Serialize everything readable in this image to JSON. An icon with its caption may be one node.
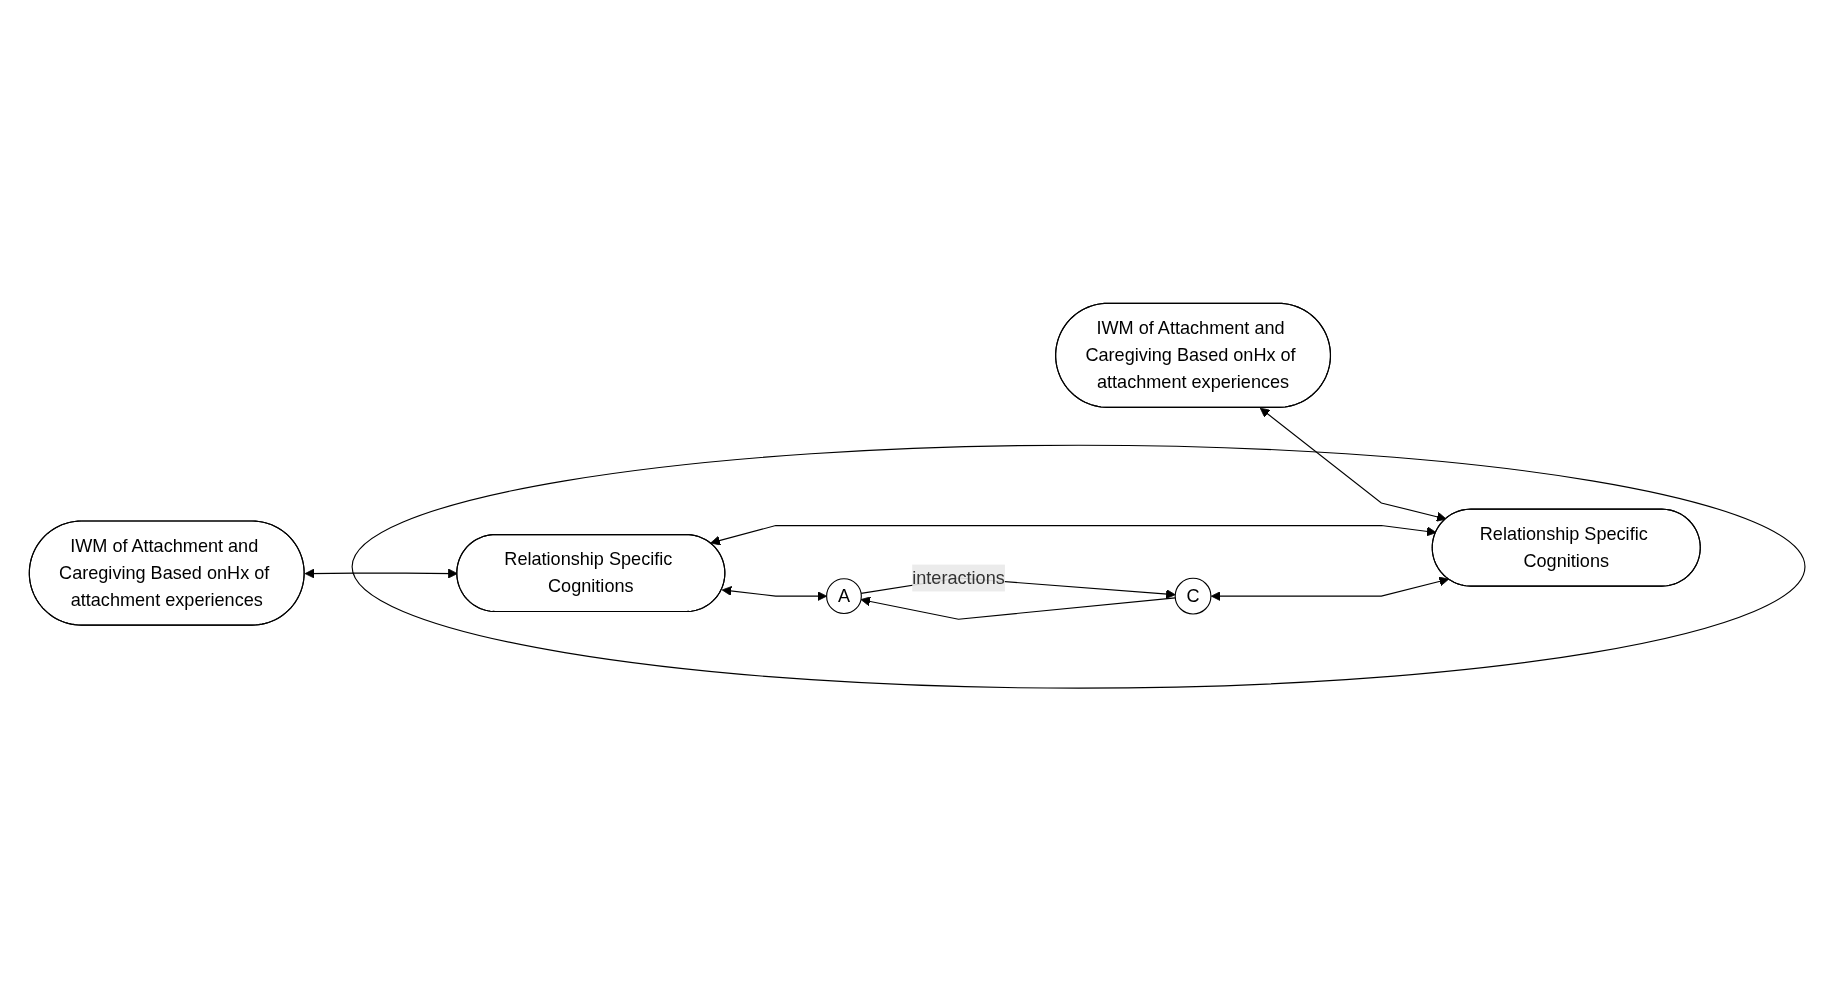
{
  "diagram": {
    "nodes": [
      {
        "text": [
          "IWM of Attachment and Caregiving Based onHx of attachment experiences"
        ]
      },
      {
        "text": [
          "IWM of Attachment and Caregiving Based onHx of attachment experiences"
        ]
      },
      {
        "text": [],
        "shape": "circle"
      },
      {
        "text": [
          "Relationship Specific Cognitions"
        ],
        "in": 2
      },
      {
        "text": [
          "Relationship Specific Cognitions"
        ],
        "in": 2
      },
      {
        "text": [
          "A"
        ],
        "in": 2
      },
      {
        "text": [
          "C"
        ],
        "in": 2
      }
    ],
    "edges": [
      {
        "from": 0,
        "to": 3,
        "arrow": "both"
      },
      {
        "from": 1,
        "to": 4,
        "arrow": "both"
      },
      {
        "from": 3,
        "to": 4,
        "arrow": "both"
      },
      {
        "from": 3,
        "to": 5,
        "arrow": "both"
      },
      {
        "from": 6,
        "to": 4,
        "arrow": "both"
      },
      {
        "from": 5,
        "to": 6,
        "arrow": "to",
        "label": "interactions"
      },
      {
        "from": 6,
        "to": 5,
        "arrow": "to"
      }
    ]
  }
}
